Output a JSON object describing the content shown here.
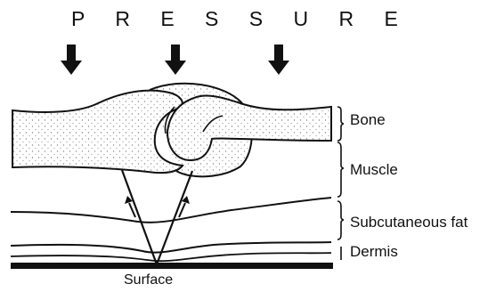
{
  "title": "P R E S S U R E",
  "labels": {
    "bone": "Bone",
    "muscle": "Muscle",
    "fat": "Subcutaneous fat",
    "dermis": "Dermis",
    "surface": "Surface"
  },
  "colors": {
    "ink": "#111111",
    "bone_fill": "#efefef",
    "background": "#ffffff"
  },
  "icons": [
    "down-arrow-icon",
    "down-arrow-icon",
    "down-arrow-icon"
  ]
}
